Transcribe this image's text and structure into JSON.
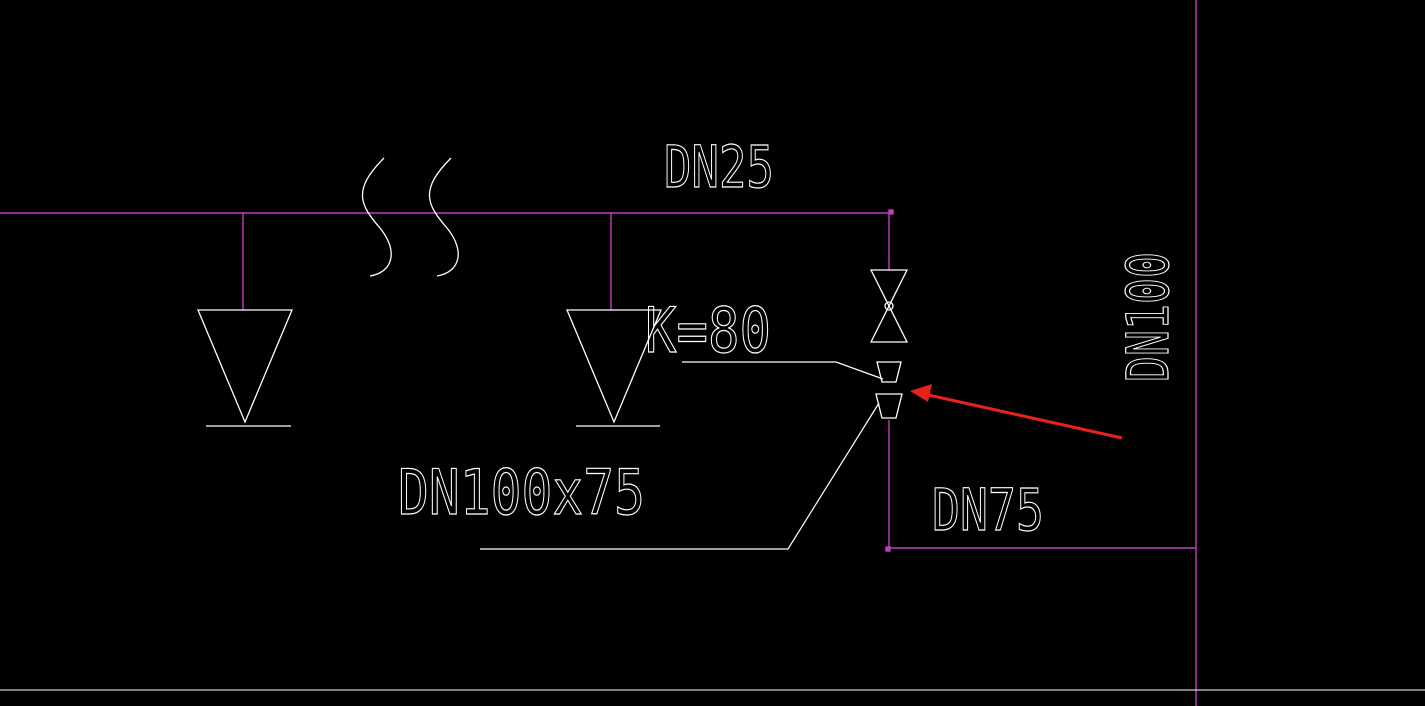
{
  "drawing": {
    "colors": {
      "background": "#000000",
      "pipe": "#c03cc0",
      "symbol": "#ffffff",
      "arrow": "#e8221a"
    },
    "labels": {
      "branch_pipe": "DN25",
      "sprinkler_k": "K=80",
      "reducer": "DN100x75",
      "riser_pipe": "DN75",
      "main_pipe": "DN100"
    },
    "symbols": [
      "sprinkler-head-icon",
      "sprinkler-head-icon",
      "break-line-icon",
      "gate-valve-icon",
      "reducer-icon",
      "red-arrow-icon"
    ]
  }
}
